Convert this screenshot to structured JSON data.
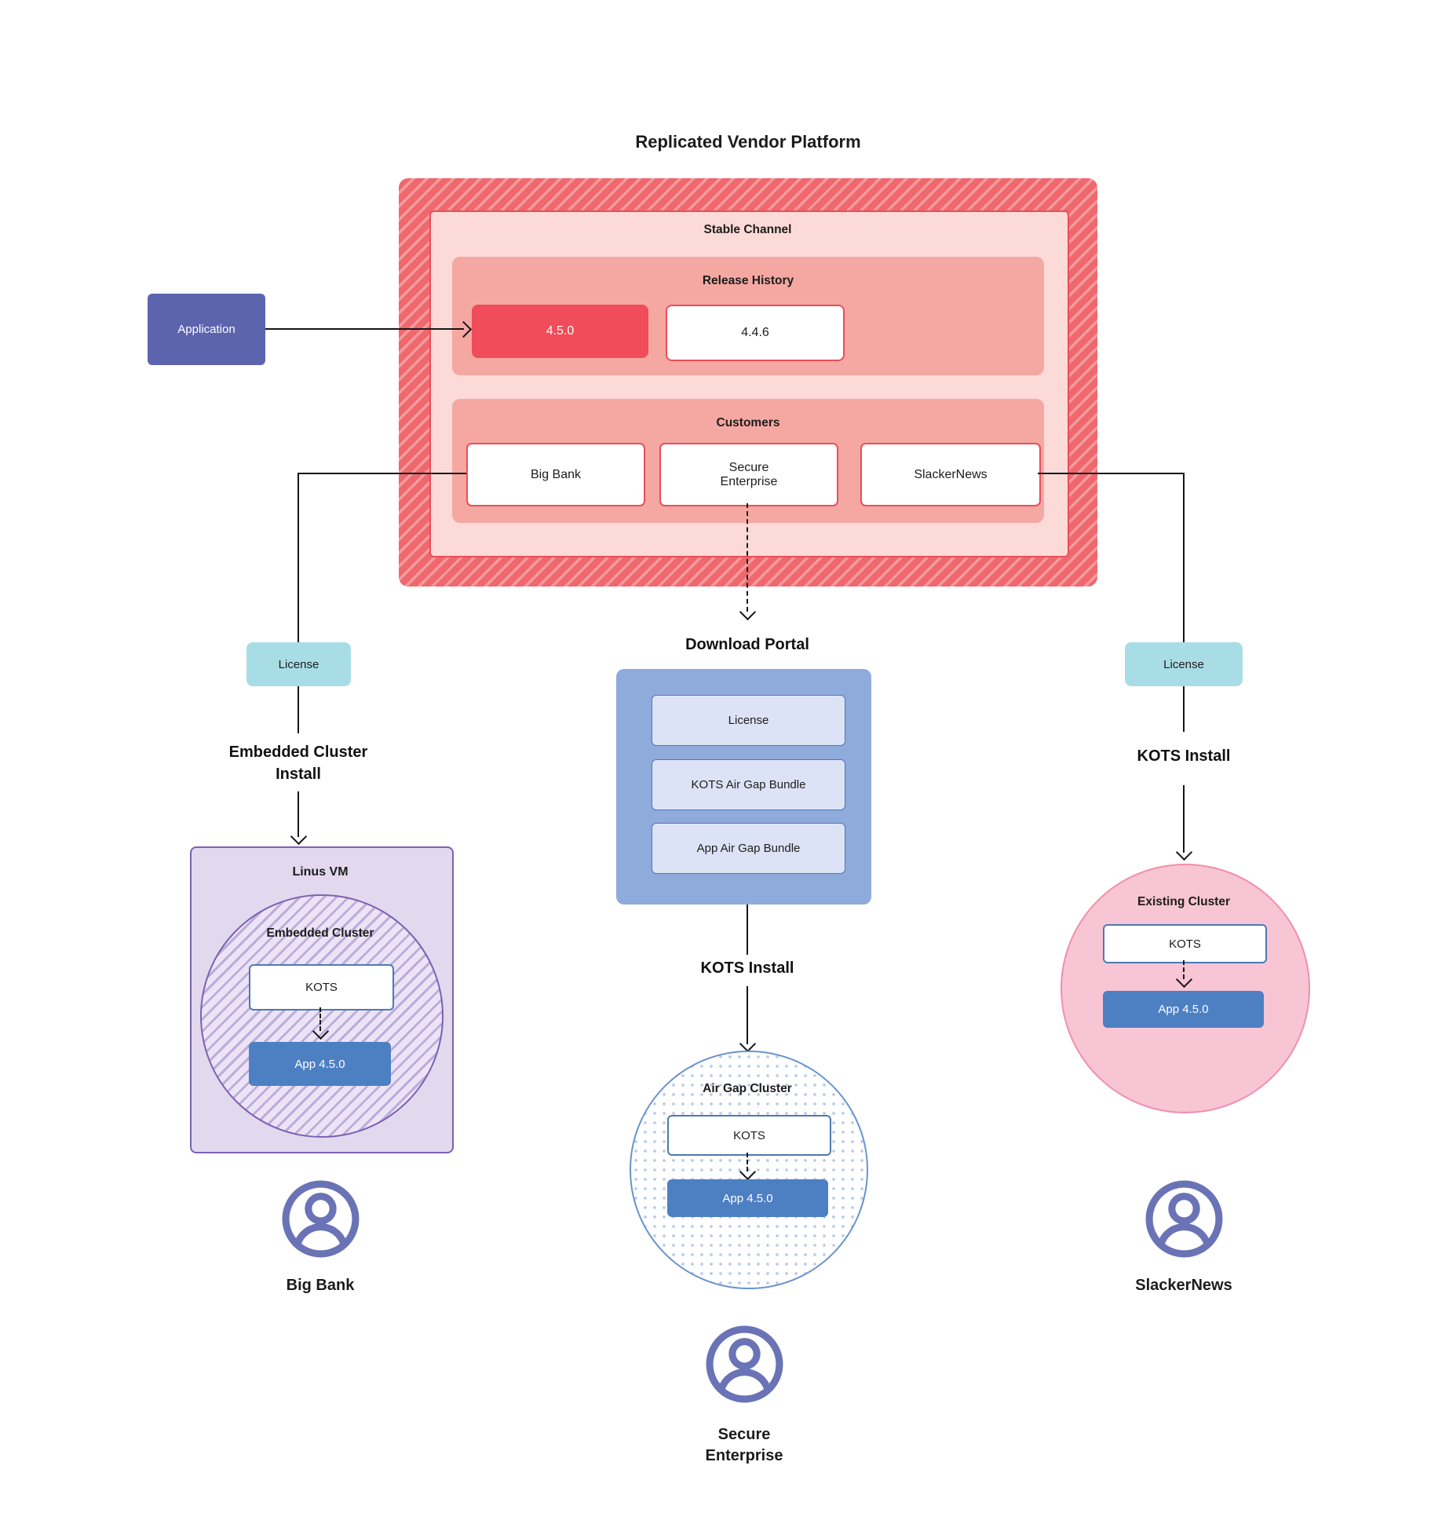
{
  "title": "Replicated Vendor Platform",
  "colors": {
    "accent_red": "#f04c59",
    "red_border": "#e94e5b",
    "salmon": "#f5a8a2",
    "light_pink": "#fbdad7",
    "hatch_red": "#ef686d",
    "application_purple": "#5d64ae",
    "license_cyan": "#a9dde6",
    "portal_blue": "#8fabdc",
    "app_blue": "#4d7fc3",
    "kots_border_blue": "#4d79b4",
    "vm_lavender": "#e2d9ee",
    "violet_border": "#7d60b1",
    "existing_pink": "#f8c5d5",
    "existing_pink_border": "#f08fae",
    "person_purple": "#6a73b6"
  },
  "platform": {
    "stable_channel_label": "Stable Channel",
    "release_history": {
      "label": "Release History",
      "current_version": "4.5.0",
      "previous_version": "4.4.6"
    },
    "customers": {
      "label": "Customers",
      "big_bank": "Big Bank",
      "secure_enterprise": "Secure Enterprise",
      "slackernews": "SlackerNews"
    }
  },
  "application_label": "Application",
  "left_flow": {
    "license": "License",
    "install": "Embedded Cluster Install",
    "vm_label": "Linus VM",
    "cluster_label": "Embedded Cluster",
    "kots": "KOTS",
    "app": "App 4.5.0",
    "persona": "Big Bank"
  },
  "middle_flow": {
    "portal_title": "Download Portal",
    "items": [
      "License",
      "KOTS Air Gap Bundle",
      "App Air Gap Bundle"
    ],
    "install": "KOTS Install",
    "cluster_label": "Air Gap Cluster",
    "kots": "KOTS",
    "app": "App 4.5.0",
    "persona": "Secure Enterprise"
  },
  "right_flow": {
    "license": "License",
    "install": "KOTS Install",
    "cluster_label": "Existing Cluster",
    "kots": "KOTS",
    "app": "App 4.5.0",
    "persona": "SlackerNews"
  }
}
